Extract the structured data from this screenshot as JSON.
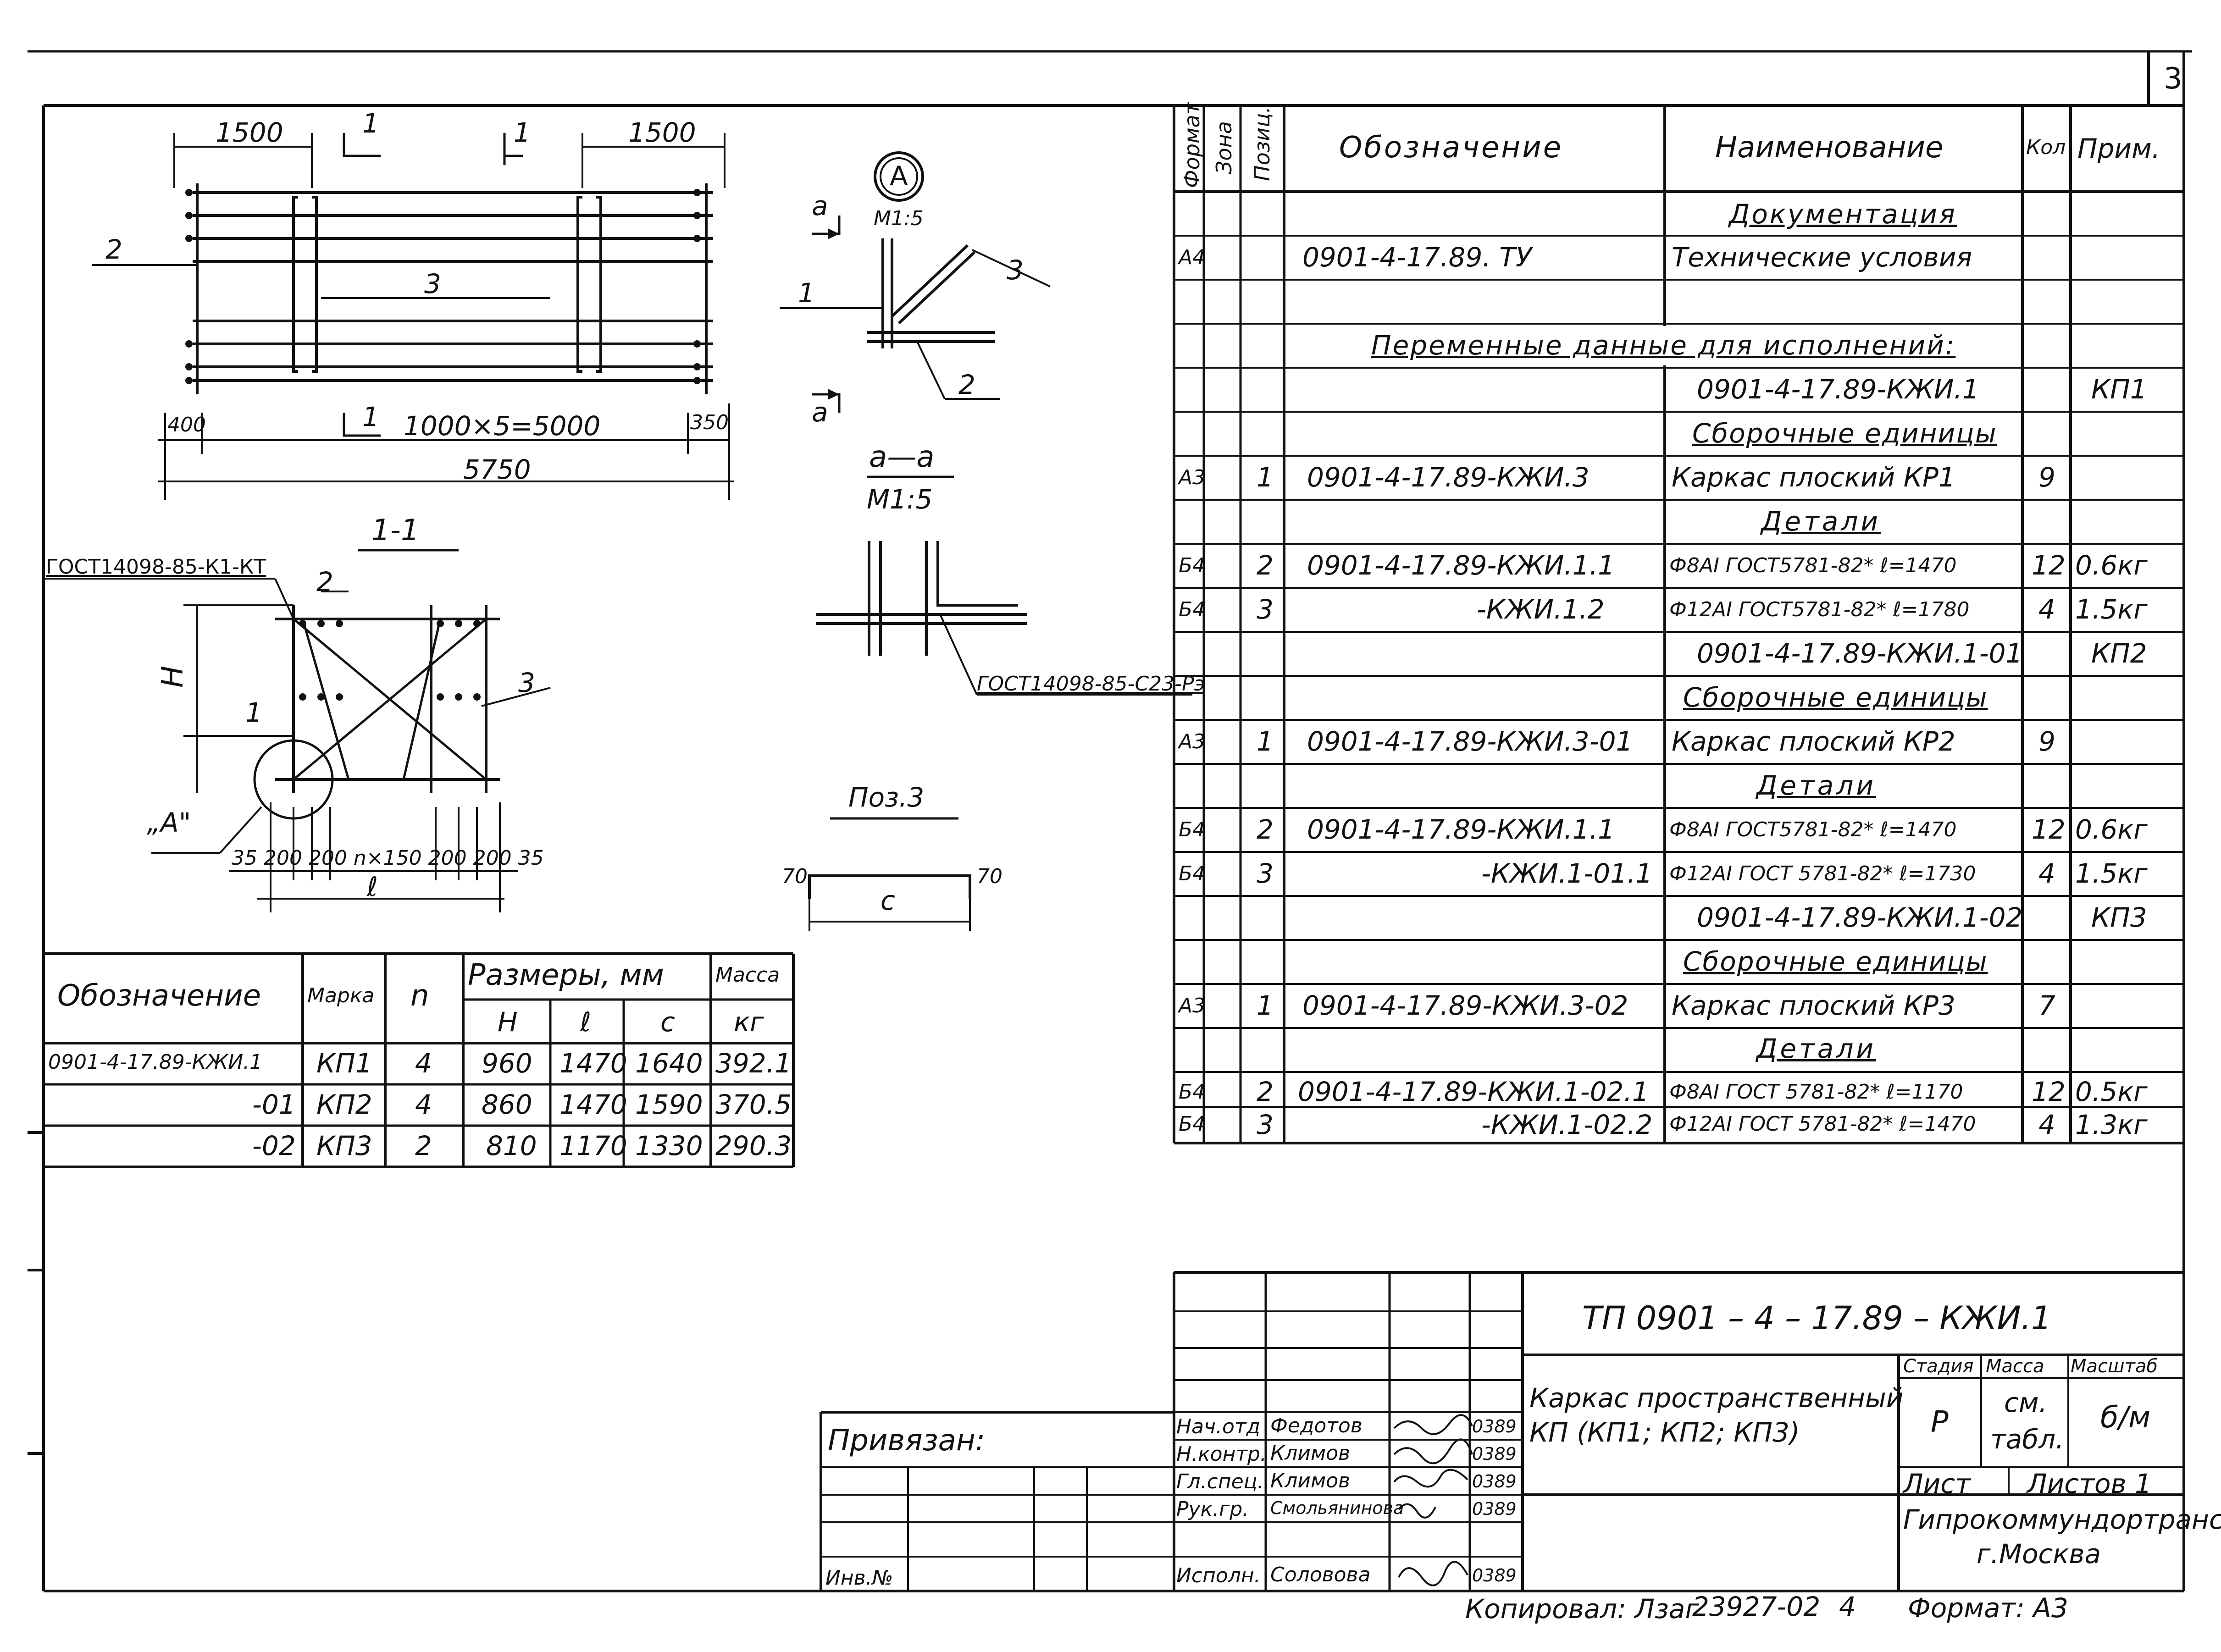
{
  "sheet_number": "3",
  "plan": {
    "dim_1500_left": "1500",
    "dim_1500_right": "1500",
    "section_mark_1": "1",
    "label_2": "2",
    "label_3": "3",
    "dim_400": "400",
    "dim_1000x5": "1000×5=5000",
    "dim_350": "350",
    "dim_5750": "5750"
  },
  "detail_a": {
    "callout": "A",
    "scale": "М1:5",
    "cut": "а",
    "label_1": "1",
    "label_2": "2",
    "label_3": "3"
  },
  "section_aa": {
    "title": "а—а",
    "scale": "М1:5",
    "weld": "ГОСТ14098-85-С23-Рэ"
  },
  "pos3": {
    "title": "Поз.3",
    "dim_70_left": "70",
    "dim_70_right": "70",
    "dim_c": "с"
  },
  "section_11": {
    "title": "1-1",
    "weld": "ГОСТ14098-85-К1-КТ",
    "dim_h": "Н",
    "label_1": "1",
    "label_2": "2",
    "label_3": "3",
    "callout": "„А\"",
    "bottom_dims": "35  200 200  n×150  200 200  35",
    "dim_l": "ℓ"
  },
  "dims_table": {
    "col_designation": "Обозначение",
    "col_mark": "Марка",
    "col_n": "n",
    "col_sizes": "Размеры, мм",
    "col_h": "Н",
    "col_l": "ℓ",
    "col_c": "с",
    "col_mass": "Масса",
    "col_mass_unit": "кг",
    "rows": [
      {
        "designation": "0901-4-17.89-КЖИ.1",
        "mark": "КП1",
        "n": "4",
        "h": "960",
        "l": "1470",
        "c": "1640",
        "mass": "392.1"
      },
      {
        "designation": "-01",
        "mark": "КП2",
        "n": "4",
        "h": "860",
        "l": "1470",
        "c": "1590",
        "mass": "370.5"
      },
      {
        "designation": "-02",
        "mark": "КП3",
        "n": "2",
        "h": "810",
        "l": "1170",
        "c": "1330",
        "mass": "290.3"
      }
    ]
  },
  "spec": {
    "headers": {
      "format": "Формат",
      "zone": "Зона",
      "pos": "Позиц.",
      "designation": "Обозначение",
      "name": "Наименование",
      "qty": "Кол",
      "note": "Прим."
    },
    "rows": [
      {
        "format": "",
        "pos": "",
        "designation": "",
        "name": "Документация",
        "qty": "",
        "note": "",
        "kind": "section"
      },
      {
        "format": "А4",
        "pos": "",
        "designation": "0901-4-17.89.    ТУ",
        "name": "Технические условия",
        "qty": "",
        "note": ""
      },
      {
        "format": "",
        "pos": "",
        "designation": "",
        "name": "",
        "qty": "",
        "note": ""
      },
      {
        "format": "",
        "pos": "",
        "designation": "Переменные данные для исполнений:",
        "name": "",
        "qty": "",
        "note": "",
        "kind": "wide"
      },
      {
        "format": "",
        "pos": "",
        "designation": "",
        "name": "0901-4-17.89-КЖИ.1",
        "qty": "",
        "note": "КП1"
      },
      {
        "format": "",
        "pos": "",
        "designation": "",
        "name": "Сборочные единицы",
        "qty": "",
        "note": "",
        "kind": "section"
      },
      {
        "format": "А3",
        "pos": "1",
        "designation": "0901-4-17.89-КЖИ.3",
        "name": "Каркас плоский КР1",
        "qty": "9",
        "note": ""
      },
      {
        "format": "",
        "pos": "",
        "designation": "",
        "name": "Детали",
        "qty": "",
        "note": "",
        "kind": "section"
      },
      {
        "format": "Б4",
        "pos": "2",
        "designation": "0901-4-17.89-КЖИ.1.1",
        "name": "Ф8АI ГОСТ5781-82* ℓ=1470",
        "qty": "12",
        "note": "0.6кг"
      },
      {
        "format": "Б4",
        "pos": "3",
        "designation": "-КЖИ.1.2",
        "name": "Ф12АI ГОСТ5781-82* ℓ=1780",
        "qty": "4",
        "note": "1.5кг",
        "desig_right": true
      },
      {
        "format": "",
        "pos": "",
        "designation": "",
        "name": "0901-4-17.89-КЖИ.1-01",
        "qty": "",
        "note": "КП2"
      },
      {
        "format": "",
        "pos": "",
        "designation": "",
        "name": "Сборочные единицы",
        "qty": "",
        "note": "",
        "kind": "section"
      },
      {
        "format": "А3",
        "pos": "1",
        "designation": "0901-4-17.89-КЖИ.3-01",
        "name": "Каркас плоский КР2",
        "qty": "9",
        "note": ""
      },
      {
        "format": "",
        "pos": "",
        "designation": "",
        "name": "Детали",
        "qty": "",
        "note": "",
        "kind": "section"
      },
      {
        "format": "Б4",
        "pos": "2",
        "designation": "0901-4-17.89-КЖИ.1.1",
        "name": "Ф8АI ГОСТ5781-82* ℓ=1470",
        "qty": "12",
        "note": "0.6кг"
      },
      {
        "format": "Б4",
        "pos": "3",
        "designation": "-КЖИ.1-01.1",
        "name": "Ф12АI ГОСТ 5781-82* ℓ=1730",
        "qty": "4",
        "note": "1.5кг",
        "desig_right": true
      },
      {
        "format": "",
        "pos": "",
        "designation": "",
        "name": "0901-4-17.89-КЖИ.1-02",
        "qty": "",
        "note": "КП3"
      },
      {
        "format": "",
        "pos": "",
        "designation": "",
        "name": "Сборочные единицы",
        "qty": "",
        "note": "",
        "kind": "section"
      },
      {
        "format": "А3",
        "pos": "1",
        "designation": "0901-4-17.89-КЖИ.3-02",
        "name": "Каркас плоский КР3",
        "qty": "7",
        "note": ""
      },
      {
        "format": "",
        "pos": "",
        "designation": "",
        "name": "Детали",
        "qty": "",
        "note": "",
        "kind": "section"
      },
      {
        "format": "Б4",
        "pos": "2",
        "designation": "0901-4-17.89-КЖИ.1-02.1",
        "name": "Ф8АI ГОСТ 5781-82* ℓ=1170",
        "qty": "12",
        "note": "0.5кг"
      },
      {
        "format": "Б4",
        "pos": "3",
        "designation": "-КЖИ.1-02.2",
        "name": "Ф12АI ГОСТ 5781-82* ℓ=1470",
        "qty": "4",
        "note": "1.3кг",
        "desig_right": true
      }
    ]
  },
  "title_block": {
    "code": "ТП   0901 – 4 – 17.89          – КЖИ.1",
    "name_line1": "Каркас пространственный",
    "name_line2": "КП (КП1; КП2; КП3)",
    "stage_label": "Стадия",
    "mass_label": "Масса",
    "scale_label": "Масштаб",
    "stage_value": "Р",
    "mass_value_1": "см.",
    "mass_value_2": "табл.",
    "scale_value": "б/м",
    "sheet_label": "Лист",
    "sheets_label": "Листов 1",
    "org_line1": "Гипрокоммундортранс",
    "org_line2": "г.Москва",
    "bound_label": "Привязан:",
    "inv_label": "Инв.№",
    "people": [
      {
        "role": "Нач.отд",
        "name": "Федотов",
        "date": "0389"
      },
      {
        "role": "Н.контр.",
        "name": "Климов",
        "date": "0389"
      },
      {
        "role": "Гл.спец.",
        "name": "Климов",
        "date": "0389"
      },
      {
        "role": "Рук.гр.",
        "name": "Смольянинова",
        "date": "0389"
      },
      {
        "role": "Исполн.",
        "name": "Соловова",
        "date": "0389"
      }
    ]
  },
  "footer": {
    "copied": "Копировал: Лзаг",
    "number": "23927-02",
    "page": "4",
    "format": "Формат: А3"
  }
}
